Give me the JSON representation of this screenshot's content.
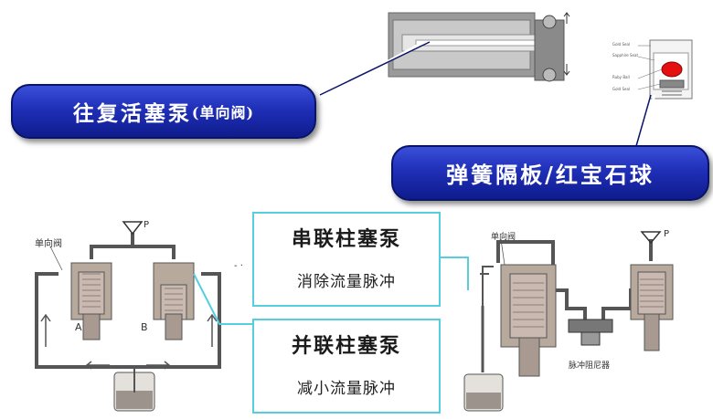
{
  "banners": {
    "piston_pump_main": "往复活塞泵",
    "piston_pump_paren": "(单向阀)",
    "spring_ruby": "弹簧隔板/红宝石球"
  },
  "callouts": {
    "series_title": "串联柱塞泵",
    "series_desc": "消除流量脉冲",
    "parallel_title": "并联柱塞泵",
    "parallel_desc": "减小流量脉冲"
  },
  "left_diagram": {
    "check_valve": "单向阀",
    "pressure": "P",
    "pump_a": "A",
    "pump_b": "B",
    "dash": "- ·"
  },
  "right_diagram": {
    "check_valve": "单向阀",
    "pressure": "P",
    "damper": "脉冲阻尼器"
  },
  "valve_labels": [
    "Gold Seal",
    "Sapphire Seat",
    "Ruby Ball",
    "Gold Seal"
  ]
}
